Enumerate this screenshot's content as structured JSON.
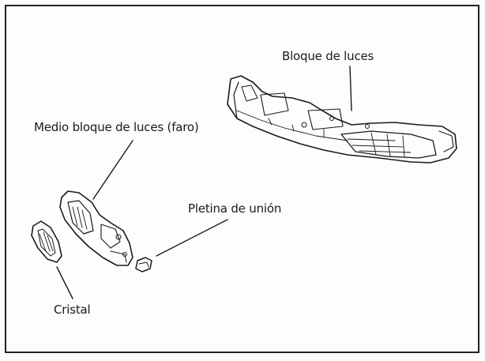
{
  "labels": {
    "bloque": "Bloque de luces",
    "medio": "Medio bloque de luces (faro)",
    "pletina": "Pletina de unión",
    "cristal": "Cristal"
  },
  "colors": {
    "ink": "#1a1a1a",
    "frame": "#222222",
    "paper": "#fdfdfc"
  }
}
